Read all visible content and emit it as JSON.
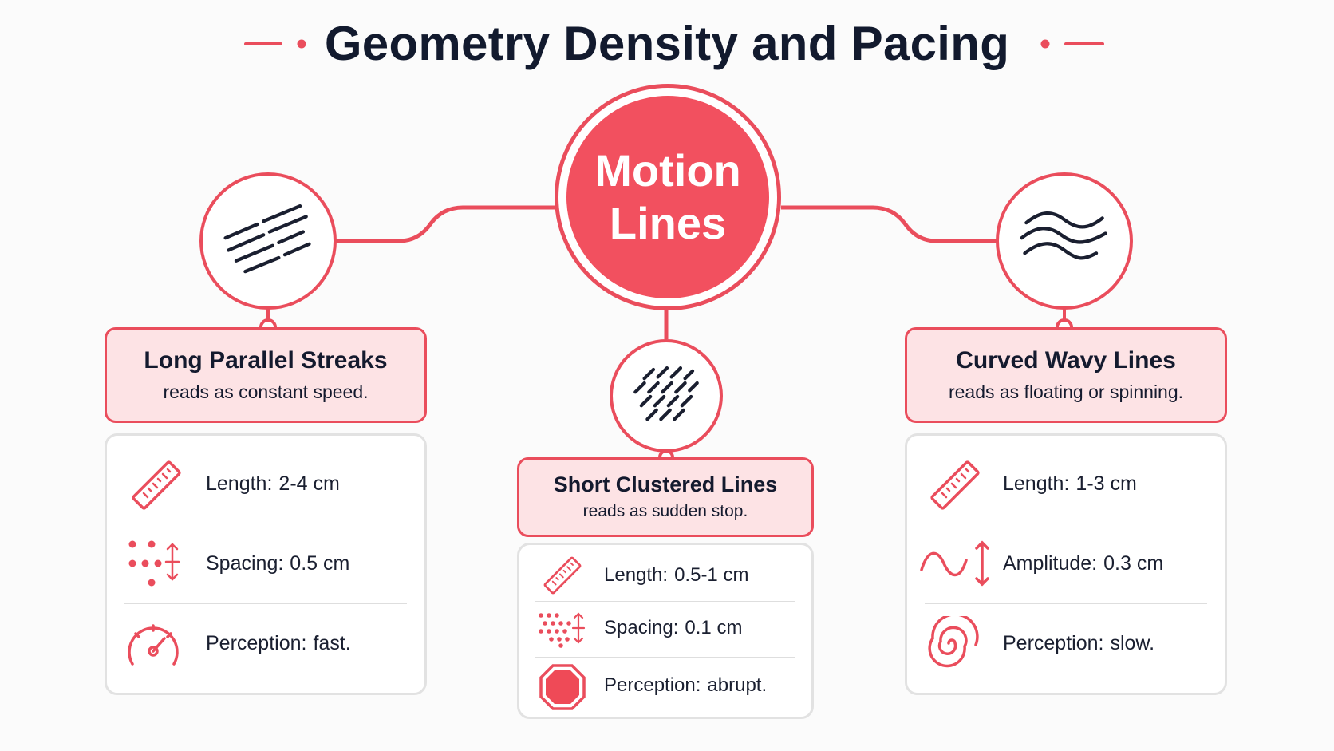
{
  "title": "Geometry Density and Pacing",
  "hub": {
    "line1": "Motion",
    "line2": "Lines"
  },
  "colors": {
    "accent": "#ea4d5c",
    "accent_fill": "#f2505f",
    "header_bg": "#fde3e5",
    "ink": "#141a2e"
  },
  "branches": [
    {
      "key": "left",
      "icon": "long-parallel-streaks-icon",
      "title": "Long Parallel Streaks",
      "subtitle": "reads as constant speed.",
      "rows": [
        {
          "icon": "ruler-icon",
          "label": "Length:",
          "value": "2-4 cm"
        },
        {
          "icon": "dot-spacing-icon",
          "label": "Spacing:",
          "value": "0.5 cm"
        },
        {
          "icon": "speedometer-icon",
          "label": "Perception:",
          "value": "fast."
        }
      ]
    },
    {
      "key": "center",
      "icon": "short-clustered-lines-icon",
      "title": "Short Clustered Lines",
      "subtitle": "reads as sudden stop.",
      "rows": [
        {
          "icon": "ruler-icon",
          "label": "Length:",
          "value": "0.5-1 cm"
        },
        {
          "icon": "dense-dot-spacing-icon",
          "label": "Spacing:",
          "value": "0.1 cm"
        },
        {
          "icon": "stop-sign-icon",
          "label": "Perception:",
          "value": "abrupt."
        }
      ]
    },
    {
      "key": "right",
      "icon": "curved-wavy-lines-icon",
      "title": "Curved Wavy Lines",
      "subtitle": "reads as floating or spinning.",
      "rows": [
        {
          "icon": "ruler-icon",
          "label": "Length:",
          "value": "1-3 cm"
        },
        {
          "icon": "wave-amplitude-icon",
          "label": "Amplitude:",
          "value": "0.3 cm"
        },
        {
          "icon": "spiral-icon",
          "label": "Perception:",
          "value": "slow."
        }
      ]
    }
  ]
}
